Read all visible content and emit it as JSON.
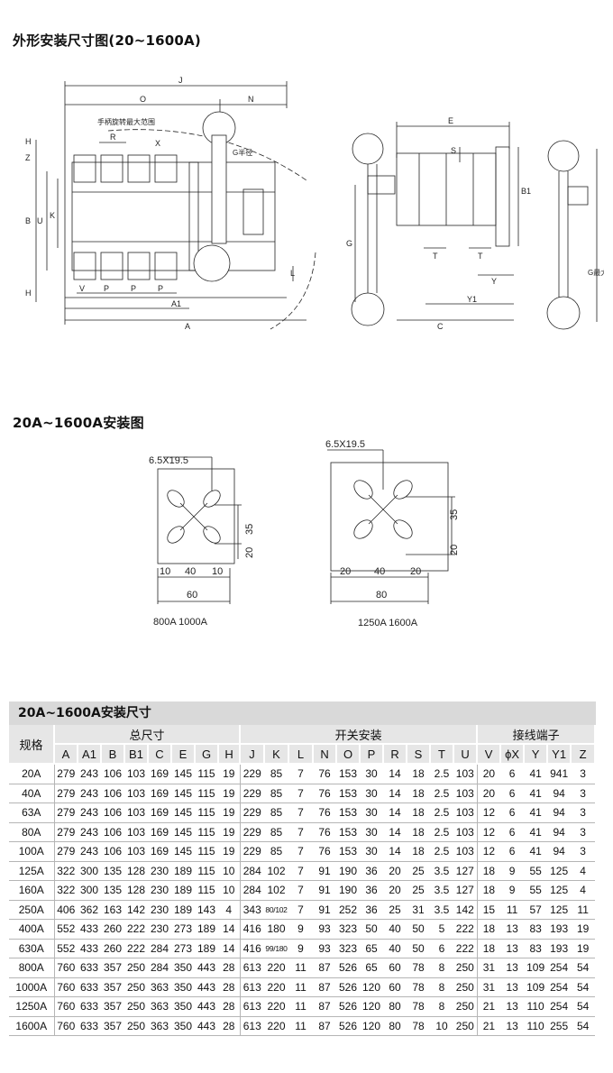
{
  "section1_title": "外形安装尺寸图(20~1600A)",
  "section2_title": "20A~1600A安装图",
  "section3_title": "20A~1600A安装尺寸",
  "drawing1": {
    "labels": {
      "J": "J",
      "O": "O",
      "N": "N",
      "handle_range": "手柄旋转最大范围",
      "R": "R",
      "X": "X",
      "G_radius": "G半径",
      "H": "H",
      "Z": "Z",
      "B": "B",
      "U": "U",
      "K": "K",
      "V": "V",
      "P": "P",
      "A1": "A1",
      "A": "A",
      "L": "L"
    }
  },
  "drawing2": {
    "labels": {
      "E": "E",
      "S": "S",
      "B1": "B1",
      "G": "G",
      "T": "T",
      "Y": "Y",
      "Y1": "Y1",
      "C": "C",
      "G_max": "G最大"
    }
  },
  "mount_left": {
    "hole": "6.5X19.5",
    "d35": "35",
    "d20": "20",
    "d10a": "10",
    "d40": "40",
    "d10b": "10",
    "d60": "60",
    "caption": "800A   1000A"
  },
  "mount_right": {
    "hole": "6.5X19.5",
    "d35": "35",
    "d20": "20",
    "d20a": "20",
    "d40": "40",
    "d20b": "20",
    "d80": "80",
    "caption": "1250A   1600A"
  },
  "table": {
    "group_headers": {
      "spec": "规格",
      "overall": "总尺寸",
      "switch": "开关安装",
      "terminal": "接线端子"
    },
    "columns": [
      "A",
      "A1",
      "B",
      "B1",
      "C",
      "E",
      "G",
      "H",
      "J",
      "K",
      "L",
      "N",
      "O",
      "P",
      "R",
      "S",
      "T",
      "U",
      "V",
      "ϕX",
      "Y",
      "Y1",
      "Z"
    ],
    "rows": [
      [
        "20A",
        "279",
        "243",
        "106",
        "103",
        "169",
        "145",
        "115",
        "19",
        "229",
        "85",
        "7",
        "76",
        "153",
        "30",
        "14",
        "18",
        "2.5",
        "103",
        "20",
        "6",
        "41",
        "941",
        "3"
      ],
      [
        "40A",
        "279",
        "243",
        "106",
        "103",
        "169",
        "145",
        "115",
        "19",
        "229",
        "85",
        "7",
        "76",
        "153",
        "30",
        "14",
        "18",
        "2.5",
        "103",
        "20",
        "6",
        "41",
        "94",
        "3"
      ],
      [
        "63A",
        "279",
        "243",
        "106",
        "103",
        "169",
        "145",
        "115",
        "19",
        "229",
        "85",
        "7",
        "76",
        "153",
        "30",
        "14",
        "18",
        "2.5",
        "103",
        "12",
        "6",
        "41",
        "94",
        "3"
      ],
      [
        "80A",
        "279",
        "243",
        "106",
        "103",
        "169",
        "145",
        "115",
        "19",
        "229",
        "85",
        "7",
        "76",
        "153",
        "30",
        "14",
        "18",
        "2.5",
        "103",
        "12",
        "6",
        "41",
        "94",
        "3"
      ],
      [
        "100A",
        "279",
        "243",
        "106",
        "103",
        "169",
        "145",
        "115",
        "19",
        "229",
        "85",
        "7",
        "76",
        "153",
        "30",
        "14",
        "18",
        "2.5",
        "103",
        "12",
        "6",
        "41",
        "94",
        "3"
      ],
      [
        "125A",
        "322",
        "300",
        "135",
        "128",
        "230",
        "189",
        "115",
        "10",
        "284",
        "102",
        "7",
        "91",
        "190",
        "36",
        "20",
        "25",
        "3.5",
        "127",
        "18",
        "9",
        "55",
        "125",
        "4"
      ],
      [
        "160A",
        "322",
        "300",
        "135",
        "128",
        "230",
        "189",
        "115",
        "10",
        "284",
        "102",
        "7",
        "91",
        "190",
        "36",
        "20",
        "25",
        "3.5",
        "127",
        "18",
        "9",
        "55",
        "125",
        "4"
      ],
      [
        "250A",
        "406",
        "362",
        "163",
        "142",
        "230",
        "189",
        "143",
        "4",
        "343",
        "80/102",
        "7",
        "91",
        "252",
        "36",
        "25",
        "31",
        "3.5",
        "142",
        "15",
        "11",
        "57",
        "125",
        "11"
      ],
      [
        "400A",
        "552",
        "433",
        "260",
        "222",
        "230",
        "273",
        "189",
        "14",
        "416",
        "180",
        "9",
        "93",
        "323",
        "50",
        "40",
        "50",
        "5",
        "222",
        "18",
        "13",
        "83",
        "193",
        "19"
      ],
      [
        "630A",
        "552",
        "433",
        "260",
        "222",
        "284",
        "273",
        "189",
        "14",
        "416",
        "99/180",
        "9",
        "93",
        "323",
        "65",
        "40",
        "50",
        "6",
        "222",
        "18",
        "13",
        "83",
        "193",
        "19"
      ],
      [
        "800A",
        "760",
        "633",
        "357",
        "250",
        "284",
        "350",
        "443",
        "28",
        "613",
        "220",
        "11",
        "87",
        "526",
        "65",
        "60",
        "78",
        "8",
        "250",
        "31",
        "13",
        "109",
        "254",
        "54"
      ],
      [
        "1000A",
        "760",
        "633",
        "357",
        "250",
        "363",
        "350",
        "443",
        "28",
        "613",
        "220",
        "11",
        "87",
        "526",
        "120",
        "60",
        "78",
        "8",
        "250",
        "31",
        "13",
        "109",
        "254",
        "54"
      ],
      [
        "1250A",
        "760",
        "633",
        "357",
        "250",
        "363",
        "350",
        "443",
        "28",
        "613",
        "220",
        "11",
        "87",
        "526",
        "120",
        "80",
        "78",
        "8",
        "250",
        "21",
        "13",
        "110",
        "254",
        "54"
      ],
      [
        "1600A",
        "760",
        "633",
        "357",
        "250",
        "363",
        "350",
        "443",
        "28",
        "613",
        "220",
        "11",
        "87",
        "526",
        "120",
        "80",
        "78",
        "10",
        "250",
        "21",
        "13",
        "110",
        "255",
        "54"
      ]
    ]
  }
}
